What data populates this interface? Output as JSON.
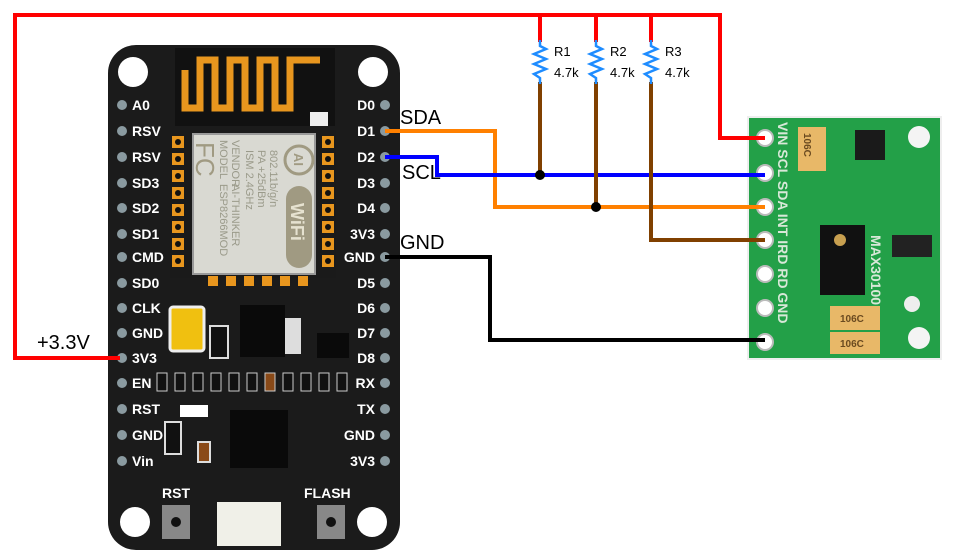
{
  "wires": {
    "power_label": "+3.3V",
    "sda_label": "SDA",
    "scl_label": "SCL",
    "gnd_label": "GND",
    "colors": {
      "power": "#ff0000",
      "sda": "#ff8000",
      "scl": "#0000ff",
      "gnd": "#000000",
      "pullup": "#804000",
      "resistor": "#1e8cff"
    }
  },
  "resistors": [
    {
      "name": "R1",
      "value": "4.7k"
    },
    {
      "name": "R2",
      "value": "4.7k"
    },
    {
      "name": "R3",
      "value": "4.7k"
    }
  ],
  "nodemcu": {
    "left_pins": [
      "A0",
      "RSV",
      "RSV",
      "SD3",
      "SD2",
      "SD1",
      "CMD",
      "SD0",
      "CLK",
      "GND",
      "3V3",
      "EN",
      "RST",
      "GND",
      "Vin"
    ],
    "right_pins": [
      "D0",
      "D1",
      "D2",
      "D3",
      "D4",
      "3V3",
      "GND",
      "D5",
      "D6",
      "D7",
      "D8",
      "RX",
      "TX",
      "GND",
      "3V3"
    ],
    "buttons": {
      "reset": "RST",
      "flash": "FLASH"
    },
    "module_text": [
      "MODEL",
      "VENDOR",
      "ESP8266MOD",
      "AI-THINKER",
      "ISM 2.4GHz",
      "PA +25dBm",
      "802.11b/g/n"
    ],
    "module_logos": [
      "FC",
      "AI",
      "WiFi"
    ]
  },
  "sensor": {
    "chip_label": "MAX30100",
    "pins": [
      "VIN",
      "SCL",
      "SDA",
      "INT",
      "IRD",
      "RD",
      "GND"
    ],
    "cap_text": "106C"
  }
}
